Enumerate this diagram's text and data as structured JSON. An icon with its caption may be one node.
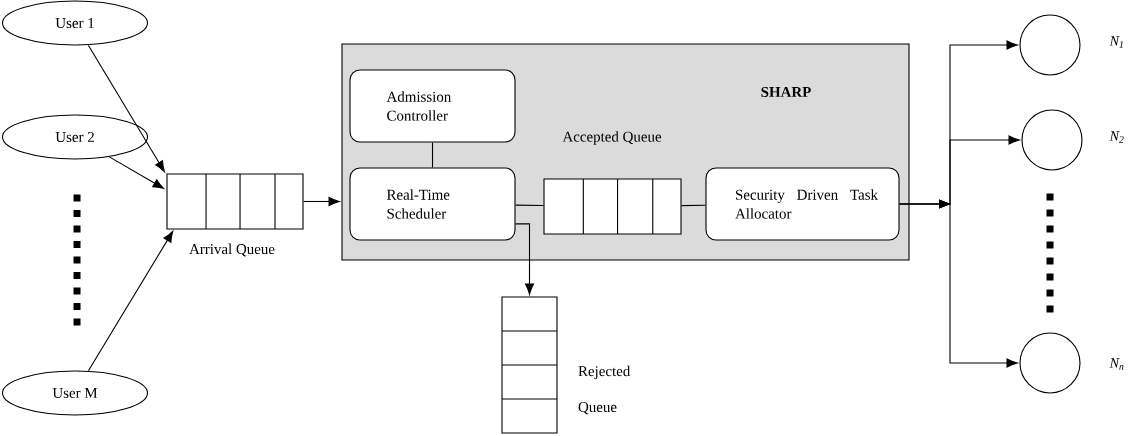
{
  "diagram": {
    "nodes": [
      {
        "text": [
          "User 1"
        ]
      },
      {
        "text": [
          "User 2"
        ]
      },
      {
        "text": [
          "User M"
        ]
      },
      {
        "text": [
          "Arrival Queue"
        ]
      },
      {
        "text": [
          "SHARP"
        ]
      },
      {
        "text": [
          "Admission Controller"
        ],
        "in": 4
      },
      {
        "text": [
          "Real-Time Scheduler"
        ],
        "in": 4
      },
      {
        "text": [
          "Accepted Queue"
        ],
        "in": 4
      },
      {
        "text": [
          "Security Driven Task Allocator"
        ],
        "in": 4
      },
      {
        "text": [
          "Rejected Queue"
        ]
      },
      {
        "text": [],
        "shape": "circle",
        "beside": [
          "N$_{1}$"
        ]
      },
      {
        "text": [],
        "shape": "circle",
        "beside": [
          "N$_{2}$"
        ]
      },
      {
        "text": [],
        "shape": "circle",
        "beside": [
          "N$_{n}$"
        ]
      }
    ],
    "edges": [
      {
        "from": 0,
        "to": 3,
        "arrow": "to"
      },
      {
        "from": 1,
        "to": 3,
        "arrow": "to"
      },
      {
        "from": 2,
        "to": 3,
        "arrow": "to"
      },
      {
        "from": 3,
        "to": 4,
        "arrow": "to"
      },
      {
        "from": 5,
        "to": 6,
        "arrow": "none"
      },
      {
        "from": 6,
        "to": 7,
        "arrow": "none"
      },
      {
        "from": 7,
        "to": 8,
        "arrow": "none"
      },
      {
        "from": 6,
        "to": 9,
        "arrow": "to"
      },
      {
        "from": 8,
        "to": 10,
        "arrow": "to"
      },
      {
        "from": 8,
        "to": 11,
        "arrow": "to"
      },
      {
        "from": 8,
        "to": 12,
        "arrow": "to"
      }
    ]
  }
}
